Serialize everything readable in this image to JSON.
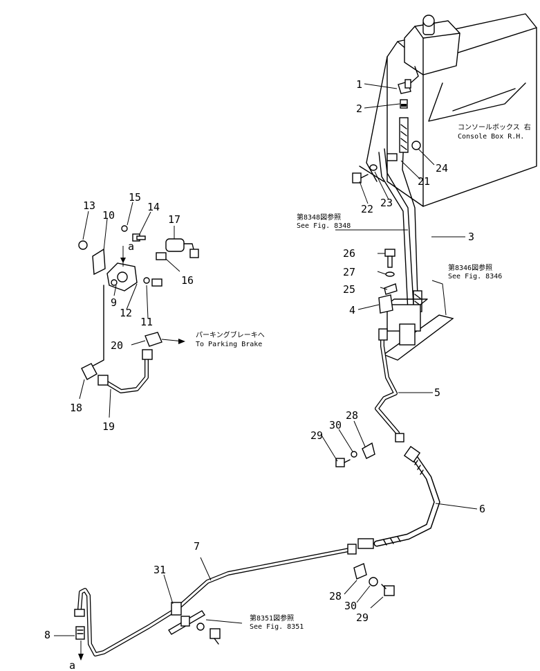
{
  "callouts": {
    "c1": "1",
    "c2": "2",
    "c3": "3",
    "c4": "4",
    "c5": "5",
    "c6": "6",
    "c7": "7",
    "c8": "8",
    "c9": "9",
    "c10": "10",
    "c11": "11",
    "c12": "12",
    "c13": "13",
    "c14": "14",
    "c15": "15",
    "c16": "16",
    "c17": "17",
    "c18": "18",
    "c19": "19",
    "c20": "20",
    "c21": "21",
    "c22": "22",
    "c23": "23",
    "c24": "24",
    "c25": "25",
    "c26": "26",
    "c27": "27",
    "c28a": "28",
    "c28b": "28",
    "c29a": "29",
    "c29b": "29",
    "c30a": "30",
    "c30b": "30",
    "c31": "31"
  },
  "markers": {
    "a_top": "a",
    "a_bottom": "a"
  },
  "notes": {
    "console_jp": "コンソールボックス 右",
    "console_en": "Console Box R.H.",
    "fig8348_jp": "第8348図参照",
    "fig8348_en": "See Fig. 8348",
    "fig8346_jp": "第8346図参照",
    "fig8346_en": "See Fig. 8346",
    "parking_jp": "パーキングブレーキへ",
    "parking_en": "To Parking Brake",
    "fig8351_jp": "第8351図参照",
    "fig8351_en": "See Fig. 8351"
  }
}
